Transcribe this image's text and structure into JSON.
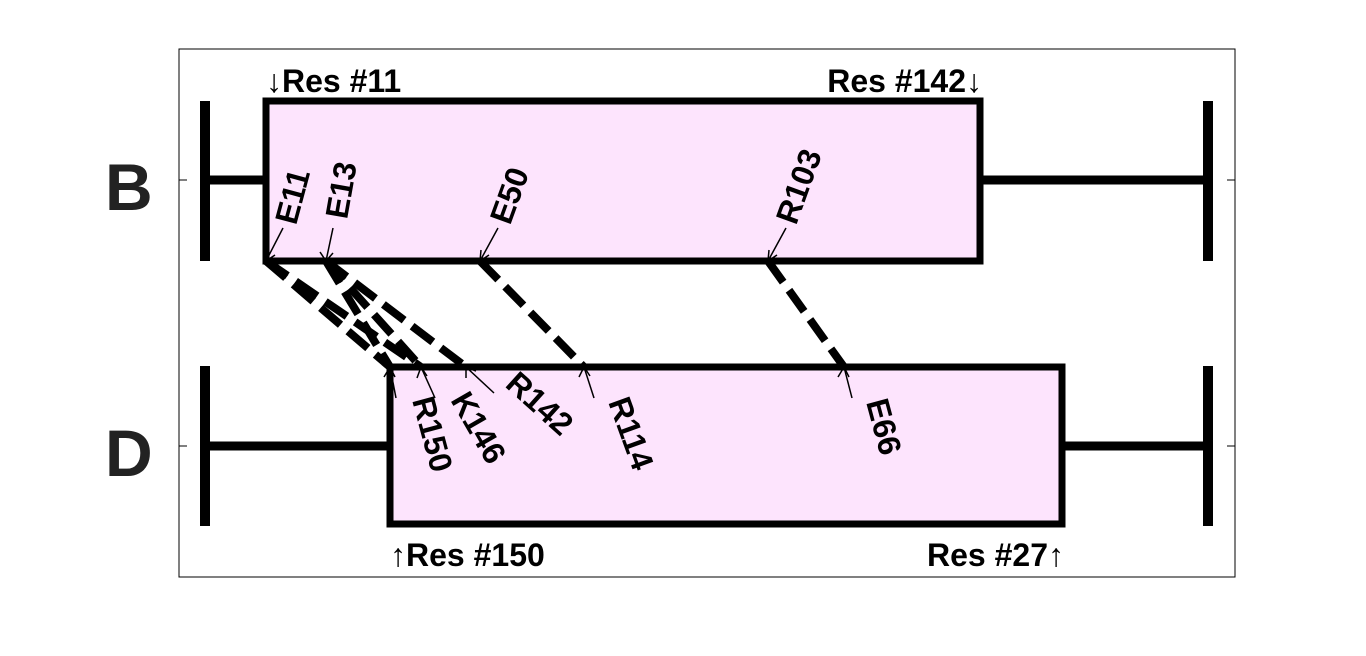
{
  "colors": {
    "box_fill": "#fde4fd",
    "ink": "#000000",
    "frame": "#000000"
  },
  "chains": [
    {
      "name": "B",
      "start_label": "↓Res #11",
      "end_label": "Res #142↓"
    },
    {
      "name": "D",
      "start_label": "↑Res #150",
      "end_label": "Res #27↑"
    }
  ],
  "sites_top": [
    {
      "label": "E11"
    },
    {
      "label": "E13"
    },
    {
      "label": "E50"
    },
    {
      "label": "R103"
    }
  ],
  "sites_bottom": [
    {
      "label": "R150"
    },
    {
      "label": "K146"
    },
    {
      "label": "R142"
    },
    {
      "label": "R114"
    },
    {
      "label": "E66"
    }
  ],
  "contacts": [
    {
      "from": "E11",
      "to": "R150"
    },
    {
      "from": "E11",
      "to": "K146"
    },
    {
      "from": "E13",
      "to": "R150"
    },
    {
      "from": "E13",
      "to": "K146"
    },
    {
      "from": "E13",
      "to": "R142"
    },
    {
      "from": "E50",
      "to": "R114"
    },
    {
      "from": "R103",
      "to": "E66"
    }
  ]
}
